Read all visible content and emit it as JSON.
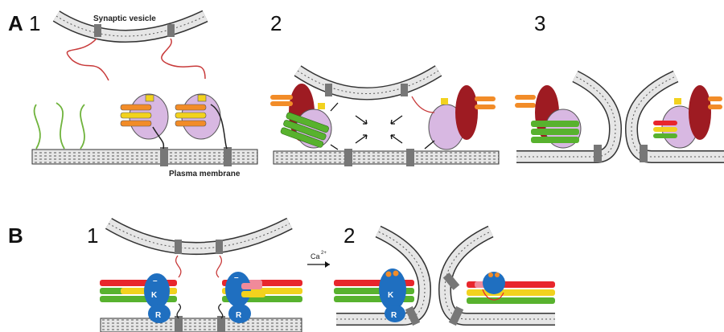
{
  "panel_a": {
    "letter": "A",
    "steps": [
      "1",
      "2",
      "3"
    ],
    "labels": {
      "vesicle": "Synaptic vesicle",
      "membrane": "Plasma membrane"
    }
  },
  "panel_b": {
    "letter": "B",
    "steps": [
      "1",
      "2"
    ],
    "ion": "Ca",
    "ion_charge": "2+",
    "protein_k": "K",
    "protein_r": "R",
    "charge_minus": "–"
  },
  "colors": {
    "membrane_fill": "#e6e6e6",
    "membrane_edge": "#333333",
    "syntaxin": "#f28c28",
    "snap25": "#f2d21e",
    "vamp": "#e8262c",
    "helix_green": "#58b22e",
    "munc18": "#d8b8e2",
    "munc13": "#9e1b22",
    "complexin_blue": "#1f6fc0",
    "unstructured": "#7ac043"
  }
}
